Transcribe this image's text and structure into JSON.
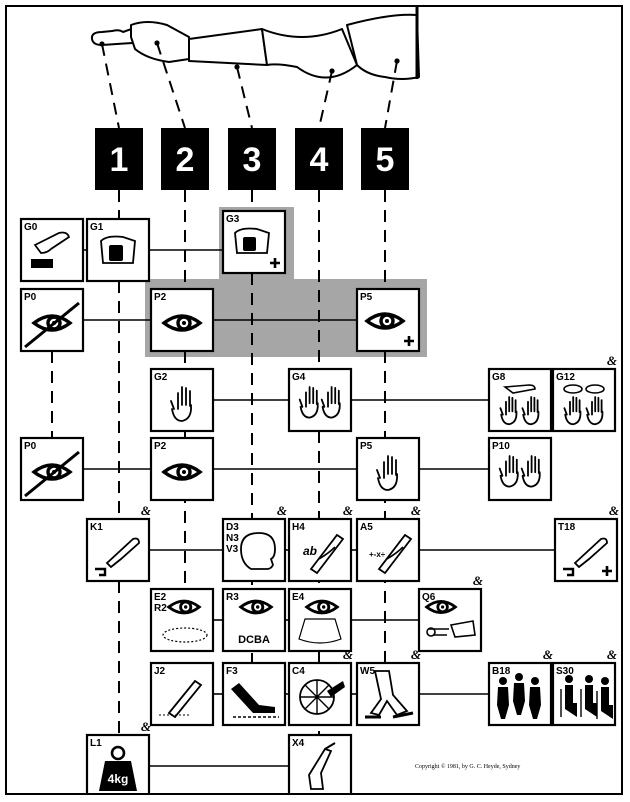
{
  "columns": [
    {
      "label": "1",
      "part": "fingers"
    },
    {
      "label": "2",
      "part": "hand"
    },
    {
      "label": "3",
      "part": "forearm"
    },
    {
      "label": "4",
      "part": "upper-arm"
    },
    {
      "label": "5",
      "part": "shoulder"
    }
  ],
  "boxes": [
    {
      "id": "G0",
      "codes": [
        "G0"
      ],
      "icon": "hand-touch-icon",
      "amp": false
    },
    {
      "id": "G1",
      "codes": [
        "G1"
      ],
      "icon": "grasp-icon",
      "amp": false
    },
    {
      "id": "G3",
      "codes": [
        "G3"
      ],
      "icon": "grasp-plus-icon",
      "amp": false
    },
    {
      "id": "P0a",
      "codes": [
        "P0"
      ],
      "icon": "no-eye-icon",
      "amp": false
    },
    {
      "id": "P2a",
      "codes": [
        "P2"
      ],
      "icon": "eye-icon",
      "amp": false
    },
    {
      "id": "P5a",
      "codes": [
        "P5"
      ],
      "icon": "eye-plus-icon",
      "amp": false
    },
    {
      "id": "G2",
      "codes": [
        "G2"
      ],
      "icon": "hand-icon",
      "amp": false
    },
    {
      "id": "G4",
      "codes": [
        "G4"
      ],
      "icon": "two-hands-icon",
      "amp": false
    },
    {
      "id": "G8",
      "codes": [
        "G8"
      ],
      "icon": "two-hands-touch-icon",
      "amp": false
    },
    {
      "id": "G12",
      "codes": [
        "G12"
      ],
      "icon": "two-hands-objects-icon",
      "amp": true
    },
    {
      "id": "P0b",
      "codes": [
        "P0"
      ],
      "icon": "no-eye-icon",
      "amp": false
    },
    {
      "id": "P2b",
      "codes": [
        "P2"
      ],
      "icon": "eye-icon",
      "amp": false
    },
    {
      "id": "P5b",
      "codes": [
        "P5"
      ],
      "icon": "hand-icon",
      "amp": false
    },
    {
      "id": "P10",
      "codes": [
        "P10"
      ],
      "icon": "two-hands-icon",
      "amp": false
    },
    {
      "id": "K1",
      "codes": [
        "K1"
      ],
      "icon": "keying-icon",
      "amp": true
    },
    {
      "id": "D3",
      "codes": [
        "D3",
        "N3",
        "V3"
      ],
      "icon": "head-icon",
      "amp": true
    },
    {
      "id": "H4",
      "codes": [
        "H4"
      ],
      "icon": "writing-icon",
      "amp": true,
      "sub": "ab"
    },
    {
      "id": "A5",
      "codes": [
        "A5"
      ],
      "icon": "calculating-icon",
      "amp": true,
      "sub": "+-x÷"
    },
    {
      "id": "T18",
      "codes": [
        "T18"
      ],
      "icon": "keying-plus-icon",
      "amp": true
    },
    {
      "id": "E2",
      "codes": [
        "E2",
        "R2"
      ],
      "icon": "eye-view-icon",
      "amp": false
    },
    {
      "id": "R3",
      "codes": [
        "R3"
      ],
      "icon": "eye-read-icon",
      "amp": false,
      "sub": "DCBA"
    },
    {
      "id": "E4",
      "codes": [
        "E4"
      ],
      "icon": "eye-focus-icon",
      "amp": false
    },
    {
      "id": "Q6",
      "codes": [
        "Q6"
      ],
      "icon": "eye-key-icon",
      "amp": true
    },
    {
      "id": "J2",
      "codes": [
        "J2"
      ],
      "icon": "pen-icon",
      "amp": false
    },
    {
      "id": "F3",
      "codes": [
        "F3"
      ],
      "icon": "foot-pedal-icon",
      "amp": false
    },
    {
      "id": "C4",
      "codes": [
        "C4"
      ],
      "icon": "crank-icon",
      "amp": true
    },
    {
      "id": "W5",
      "codes": [
        "W5"
      ],
      "icon": "walking-icon",
      "amp": true
    },
    {
      "id": "B18",
      "codes": [
        "B18"
      ],
      "icon": "bending-people-icon",
      "amp": true
    },
    {
      "id": "S30",
      "codes": [
        "S30"
      ],
      "icon": "sitting-people-icon",
      "amp": true
    },
    {
      "id": "L1",
      "codes": [
        "L1"
      ],
      "icon": "weight-icon",
      "amp": true,
      "sub": "4kg"
    },
    {
      "id": "X4",
      "codes": [
        "X4"
      ],
      "icon": "hand-tool-icon",
      "amp": false
    }
  ],
  "amp_symbol": "&",
  "copyright": "Copyright © 1981, by G. C. Heyde, Sydney",
  "colors": {
    "ink": "#000000",
    "shade": "#a6a6a6",
    "paper": "#ffffff"
  }
}
